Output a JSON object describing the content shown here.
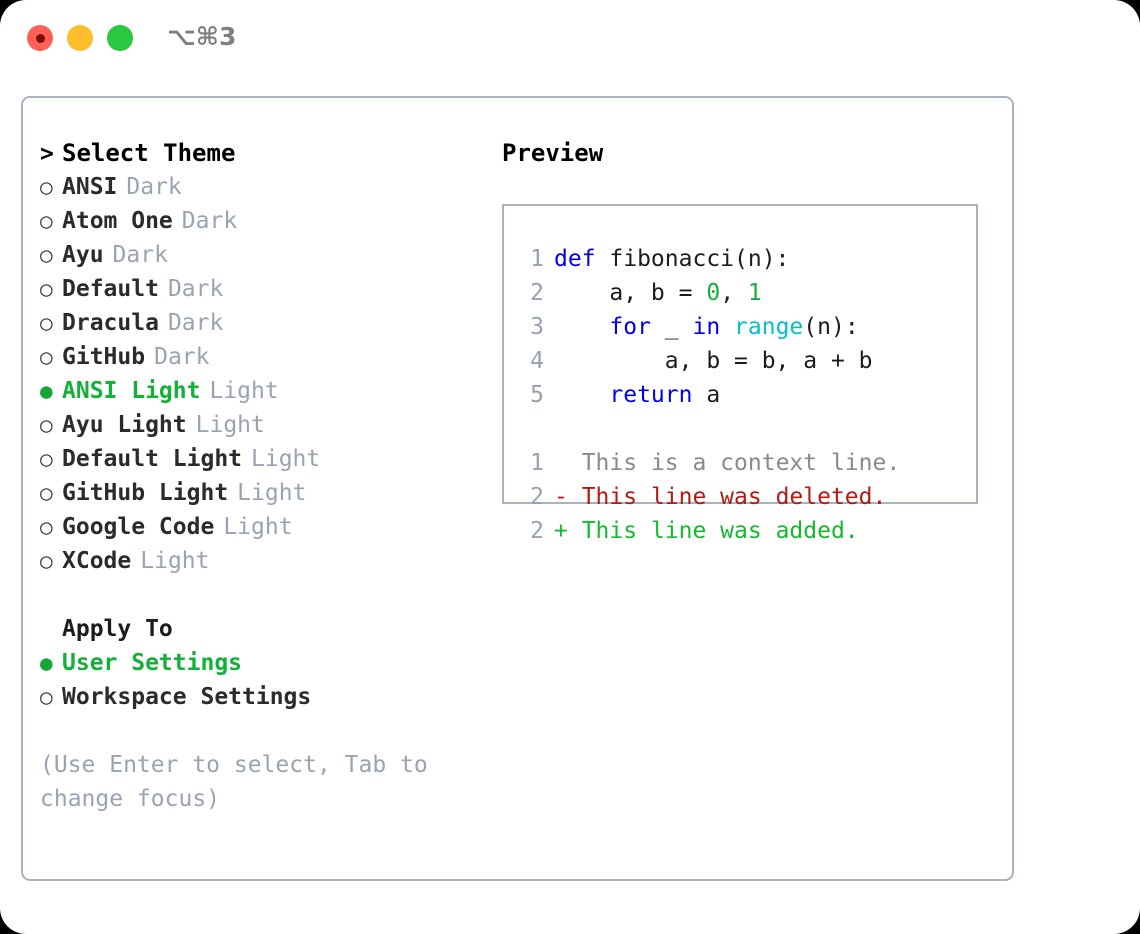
{
  "window": {
    "traffic_lights": [
      "close",
      "minimize",
      "maximize"
    ],
    "shortcut_label": "⌥⌘3",
    "accent_green": "#14b03a",
    "muted_gray": "#9aa3b2",
    "border_color": "#aab2c0"
  },
  "theme_picker": {
    "header_prefix": ">",
    "header_label": "Select Theme",
    "bullet_empty": "○",
    "bullet_filled": "●",
    "items": [
      {
        "name": "ANSI",
        "kind": "Dark",
        "selected": false
      },
      {
        "name": "Atom One",
        "kind": "Dark",
        "selected": false
      },
      {
        "name": "Ayu",
        "kind": "Dark",
        "selected": false
      },
      {
        "name": "Default",
        "kind": "Dark",
        "selected": false
      },
      {
        "name": "Dracula",
        "kind": "Dark",
        "selected": false
      },
      {
        "name": "GitHub",
        "kind": "Dark",
        "selected": false
      },
      {
        "name": "ANSI Light",
        "kind": "Light",
        "selected": true
      },
      {
        "name": "Ayu Light",
        "kind": "Light",
        "selected": false
      },
      {
        "name": "Default Light",
        "kind": "Light",
        "selected": false
      },
      {
        "name": "GitHub Light",
        "kind": "Light",
        "selected": false
      },
      {
        "name": "Google Code",
        "kind": "Light",
        "selected": false
      },
      {
        "name": "XCode",
        "kind": "Light",
        "selected": false
      }
    ]
  },
  "apply_to": {
    "header_label": "Apply To",
    "options": [
      {
        "label": "User Settings",
        "selected": true
      },
      {
        "label": "Workspace Settings",
        "selected": false
      }
    ]
  },
  "hint": {
    "text": "(Use Enter to select, Tab to change focus)"
  },
  "preview": {
    "title": "Preview",
    "code": {
      "language": "python",
      "lines": [
        {
          "no": "1",
          "tokens": [
            {
              "t": "def ",
              "c": "kw"
            },
            {
              "t": "fibonacci(n):",
              "c": "txt"
            }
          ]
        },
        {
          "no": "2",
          "tokens": [
            {
              "t": "    a, b = ",
              "c": "txt"
            },
            {
              "t": "0",
              "c": "num"
            },
            {
              "t": ", ",
              "c": "txt"
            },
            {
              "t": "1",
              "c": "num"
            }
          ]
        },
        {
          "no": "3",
          "tokens": [
            {
              "t": "    ",
              "c": "txt"
            },
            {
              "t": "for",
              "c": "kw"
            },
            {
              "t": " _ ",
              "c": "txt"
            },
            {
              "t": "in",
              "c": "kw"
            },
            {
              "t": " ",
              "c": "txt"
            },
            {
              "t": "range",
              "c": "fn"
            },
            {
              "t": "(n):",
              "c": "txt"
            }
          ]
        },
        {
          "no": "4",
          "tokens": [
            {
              "t": "        a, b = b, a + b",
              "c": "txt"
            }
          ]
        },
        {
          "no": "5",
          "tokens": [
            {
              "t": "    ",
              "c": "txt"
            },
            {
              "t": "return",
              "c": "kw"
            },
            {
              "t": " a",
              "c": "txt"
            }
          ]
        }
      ]
    },
    "diff": {
      "lines": [
        {
          "no": "1",
          "marker": " ",
          "text": "This is a context line.",
          "kind": "ctx"
        },
        {
          "no": "2",
          "marker": "-",
          "text": "This line was deleted.",
          "kind": "del"
        },
        {
          "no": "2",
          "marker": "+",
          "text": "This line was added.",
          "kind": "add"
        }
      ]
    },
    "syntax_colors": {
      "keyword": "#0000ee",
      "function": "#00c2c7",
      "number": "#14b03a",
      "text": "#1c1c1c",
      "line_number": "#96a0b4",
      "diff_context": "#8a8a8a",
      "diff_deleted": "#b31a12",
      "diff_added": "#13bb2c"
    }
  }
}
